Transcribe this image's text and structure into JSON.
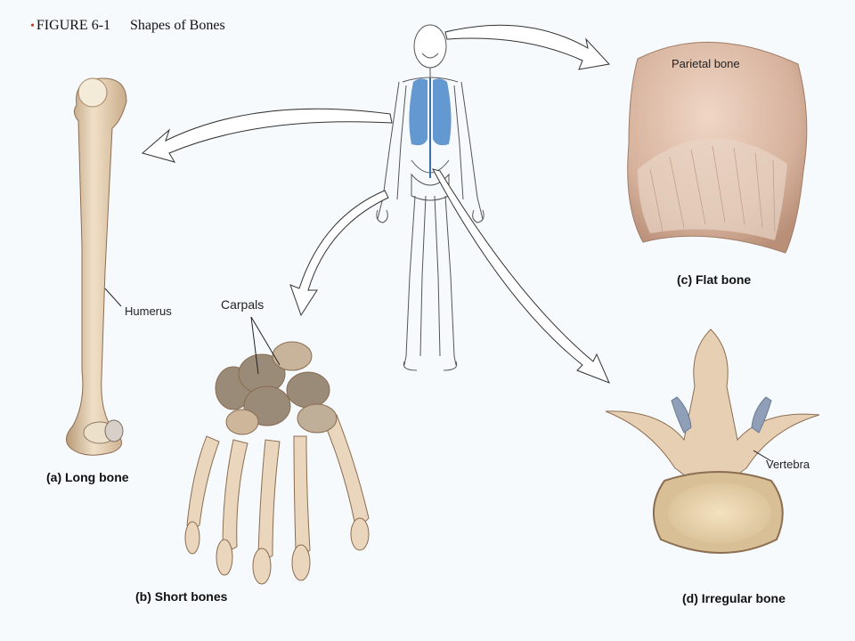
{
  "figure": {
    "number": "FIGURE 6-1",
    "title": "Shapes of Bones",
    "bullet_color": "#d03a2a"
  },
  "panels": {
    "long": {
      "caption": "(a) Long bone",
      "label": "Humerus"
    },
    "short": {
      "caption": "(b) Short bones",
      "label": "Carpals"
    },
    "flat": {
      "caption": "(c) Flat bone",
      "label": "Parietal bone"
    },
    "irregular": {
      "caption": "(d) Irregular bone",
      "label": "Vertebra"
    }
  },
  "colors": {
    "bone": "#e6cfb2",
    "bone_shadow": "#b89a78",
    "carpal": "#9a8a78",
    "lungs": "#4a86c8",
    "skull": "#d9b6a0",
    "background": "#f7fafc"
  }
}
